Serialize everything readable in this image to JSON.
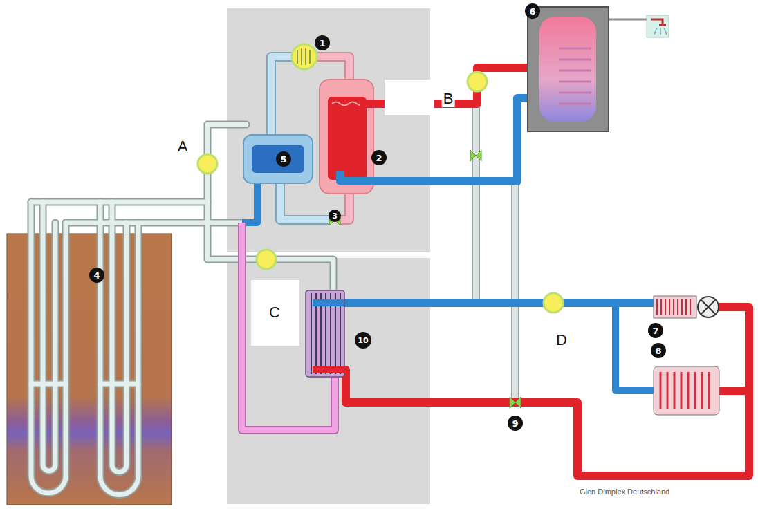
{
  "diagram": {
    "labels": [
      "1",
      "2",
      "3",
      "4",
      "5",
      "6",
      "7",
      "8",
      "9",
      "10",
      "A",
      "B",
      "C",
      "D",
      "Glen Dimplex Deutschland"
    ]
  }
}
